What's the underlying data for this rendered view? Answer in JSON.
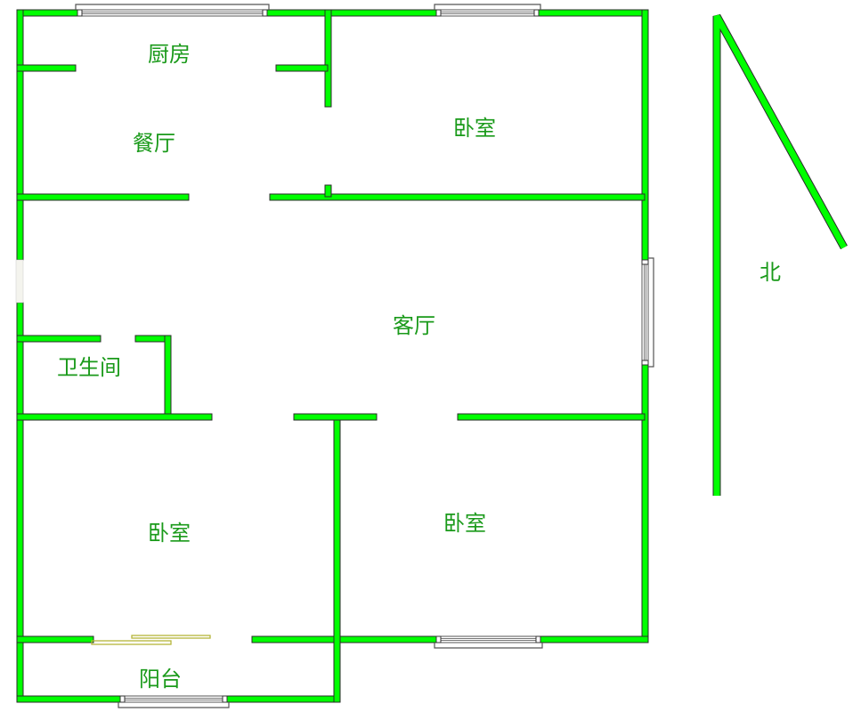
{
  "rooms": {
    "kitchen": "厨房",
    "dining": "餐厅",
    "bedroom_ne": "卧室",
    "living": "客厅",
    "bathroom": "卫生间",
    "bedroom_sw": "卧室",
    "bedroom_se": "卧室",
    "balcony": "阳台"
  },
  "compass": {
    "north_label": "北"
  },
  "colors": {
    "wall": "#00ff00",
    "label": "#1a9a1a"
  }
}
